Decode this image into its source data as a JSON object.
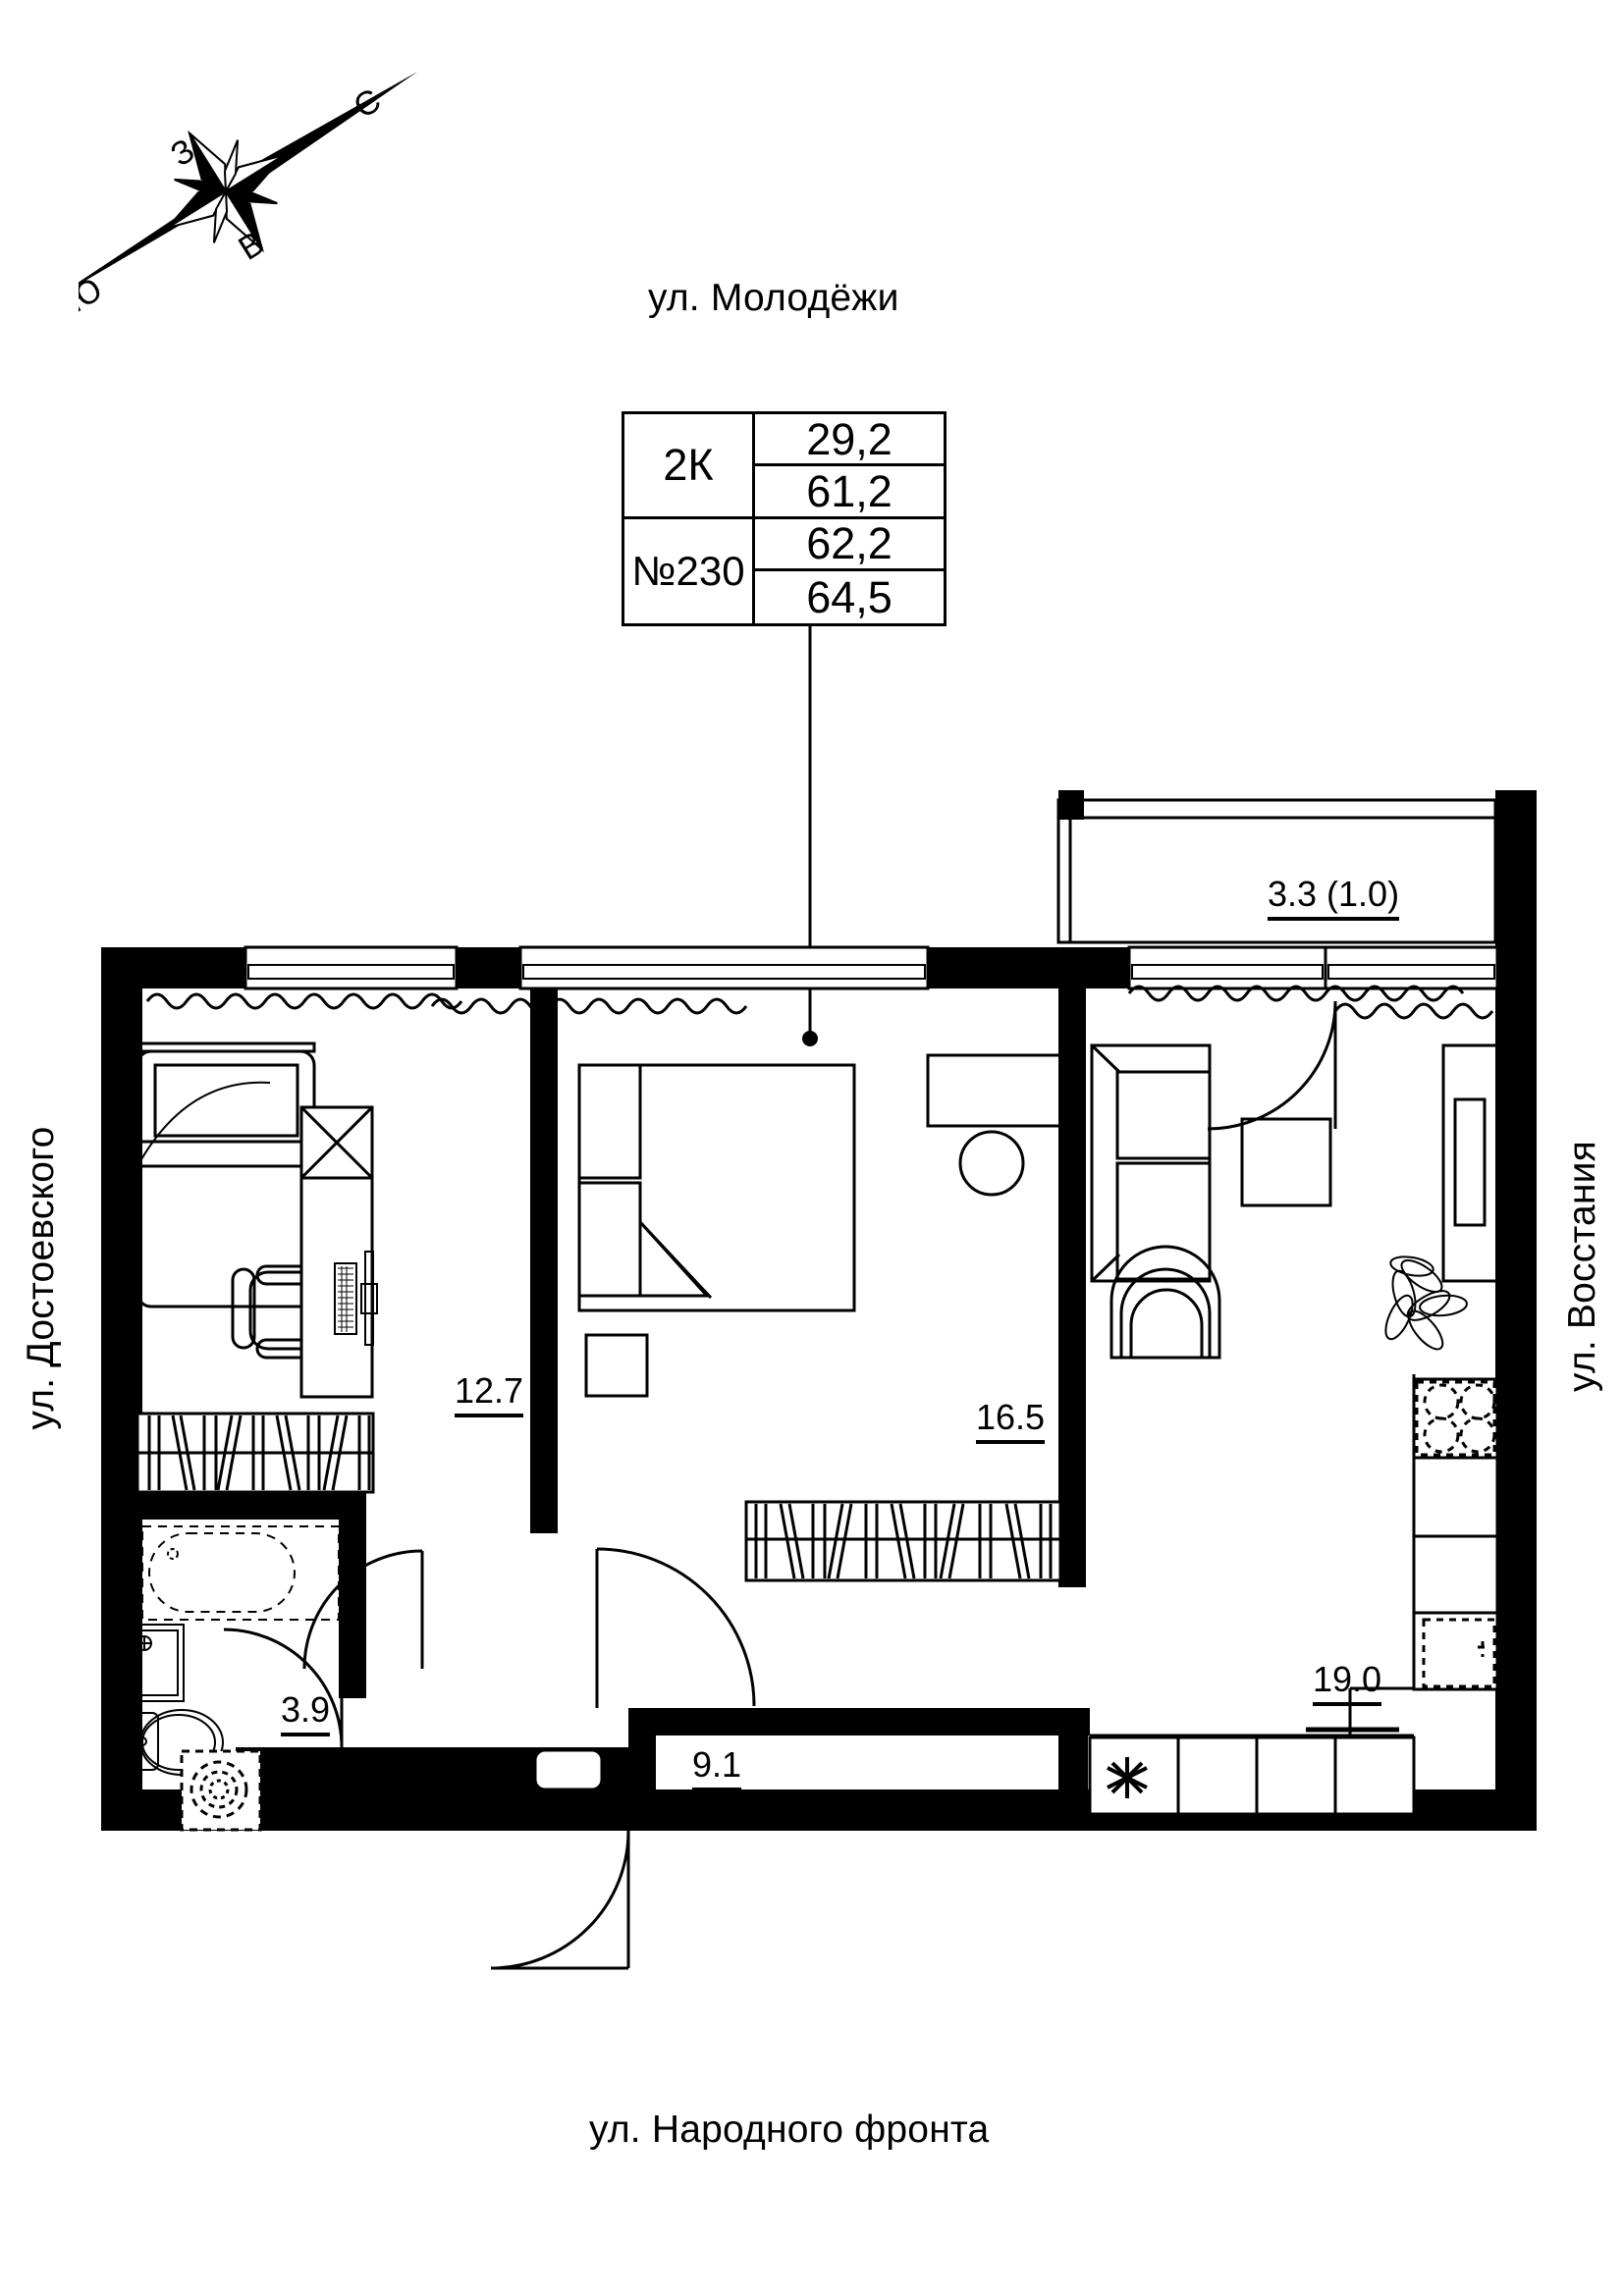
{
  "streets": {
    "top": "ул. Молодёжи",
    "bottom": "ул. Народного фронта",
    "left": "ул. Достоевского",
    "right": "ул. Восстания"
  },
  "compass": {
    "north": "С",
    "south": "Ю",
    "east": "В",
    "west": "З"
  },
  "info_table": {
    "apartment_type": "2К",
    "apartment_number": "№230",
    "living_area": "29,2",
    "area_without_balcony": "61,2",
    "area_with_balcony_coef": "62,2",
    "total_area": "64,5"
  },
  "rooms": [
    {
      "name": "bedroom-1",
      "area": "12.7"
    },
    {
      "name": "bedroom-2",
      "area": "16.5"
    },
    {
      "name": "bathroom",
      "area": "3.9"
    },
    {
      "name": "hallway",
      "area": "9.1"
    },
    {
      "name": "living-kitchen",
      "area": "19.0"
    },
    {
      "name": "balcony",
      "area": "3.3 (1.0)"
    }
  ],
  "colors": {
    "wall": "#000000",
    "line": "#000000",
    "background": "#ffffff"
  }
}
